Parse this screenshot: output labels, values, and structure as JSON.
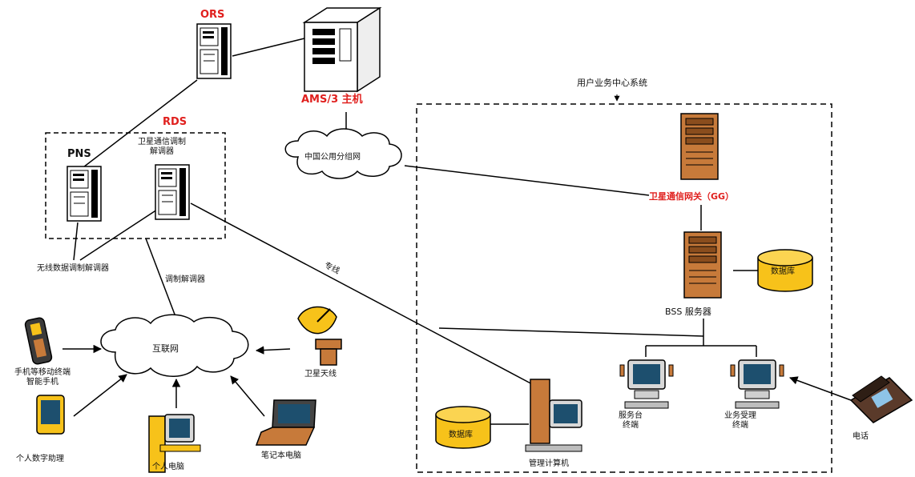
{
  "labels": {
    "ors": "ORS",
    "ams_host": "AMS/3 主机",
    "rds": "RDS",
    "rds_sub": "卫星通信调制\n解调器",
    "pns": "PNS",
    "wireless_modem": "无线数据调制解调器",
    "modem_link": "调制解调器",
    "direct_link": "专线",
    "china_net": "中国公用分组网",
    "gateway": "卫星通信网关（GG）",
    "right_region": "用户业务中心系统",
    "bss": "BSS 服务器",
    "db_right": "数据库",
    "internet": "互联网",
    "mobile_phone": "手机等移动终端\n智能手机",
    "pda": "个人数字助理",
    "pc": "个人电脑",
    "laptop": "笔记本电脑",
    "satellite": "卫星天线",
    "db_left": "数据库",
    "admin_pc": "管理计算机",
    "ws1": "服务台\n终端",
    "ws2": "业务受理\n终端",
    "phone": "电话"
  },
  "colors": {
    "accent_red": "#e0201e",
    "line": "#000000",
    "db_fill": "#f7c21a",
    "tower_fill": "#c77a3a"
  },
  "icons": {
    "ors": "server-rack-icon",
    "ams": "mainframe-server-icon",
    "pns": "server-rack-icon",
    "rds": "server-rack-icon",
    "gateway": "tower-server-icon",
    "bss": "tower-server-icon",
    "db": "database-cylinder-icon",
    "pc": "desktop-pc-icon",
    "mobile": "mobile-phone-icon",
    "pda": "pda-icon",
    "laptop": "laptop-icon",
    "dish": "satellite-dish-icon",
    "phone": "desk-phone-icon"
  }
}
